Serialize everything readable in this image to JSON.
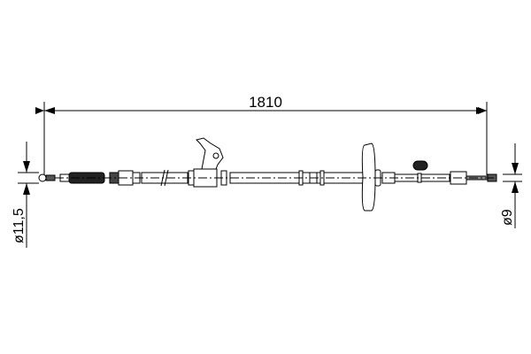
{
  "dimensions": {
    "overall_length": "1810",
    "left_end_diameter": "ø11,5",
    "right_end_diameter": "ø9"
  },
  "colors": {
    "line": "#000000",
    "background": "#ffffff"
  }
}
